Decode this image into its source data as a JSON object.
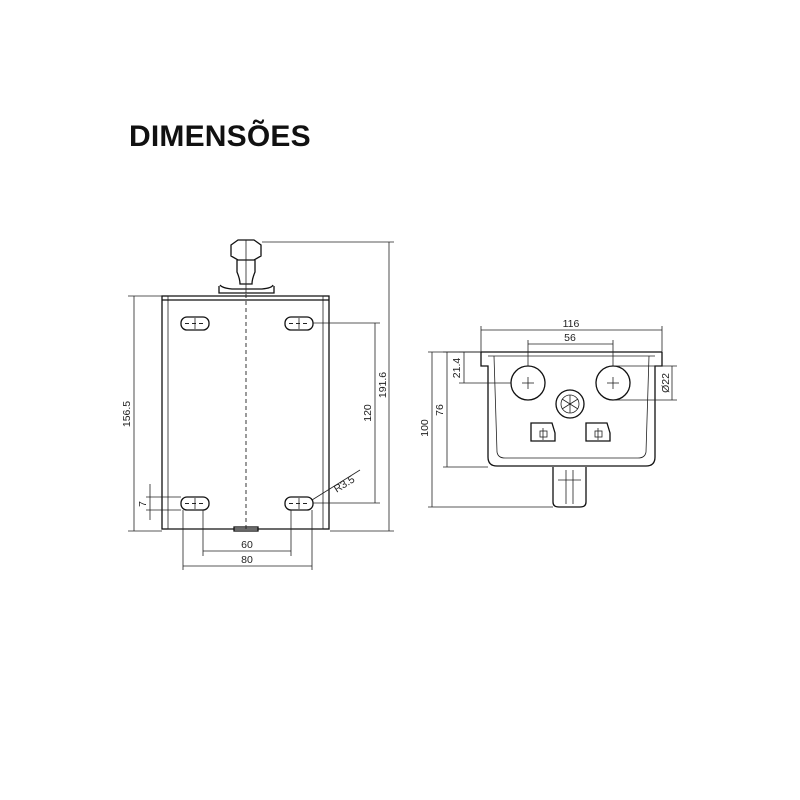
{
  "page": {
    "title": "DIMENSÕES"
  },
  "colors": {
    "line": "#222222",
    "text": "#111111",
    "background": "#ffffff"
  },
  "front_view": {
    "dimensions": {
      "height_body": "156.5",
      "height_total": "191.6",
      "hole_vertical_spacing": "120",
      "slot_radius": "R3.5",
      "slot_height": "7",
      "inner_spacing": "60",
      "outer_spacing": "80"
    }
  },
  "side_view": {
    "dimensions": {
      "width_total": "116",
      "hole_spacing": "56",
      "hole_offset": "21.4",
      "hole_diameter": "Ø22",
      "height_total": "100",
      "height_body": "76"
    }
  }
}
